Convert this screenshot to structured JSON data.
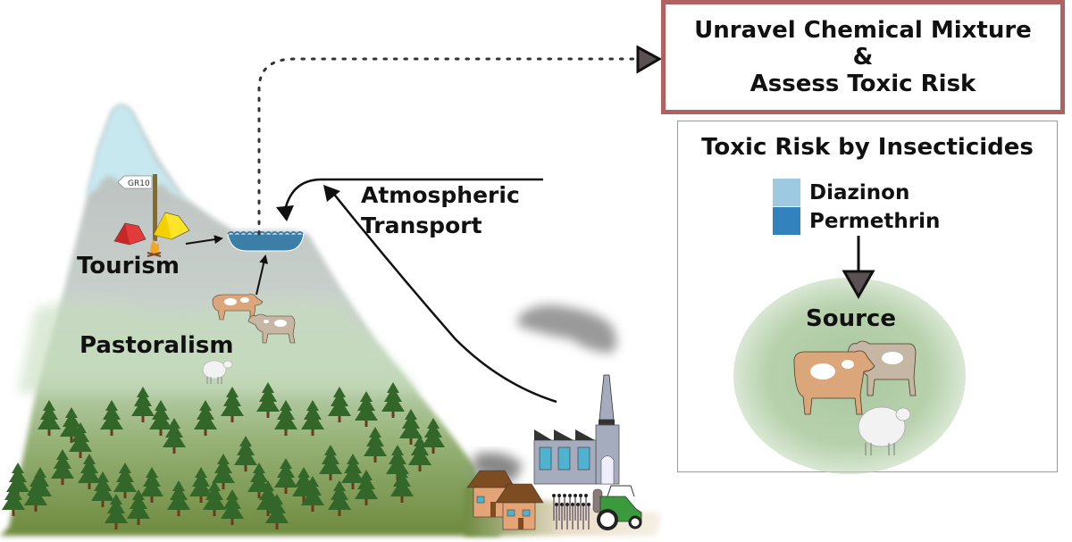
{
  "title_box": {
    "line1": "Unravel Chemical Mixture",
    "line2": "&",
    "line3": "Assess Toxic Risk",
    "border_color": "#b06263"
  },
  "risk_panel": {
    "title": "Toxic Risk by Insecticides",
    "legend": [
      {
        "label": "Diazinon",
        "color": "#9ecae1"
      },
      {
        "label": "Permethrin",
        "color": "#3182bd"
      }
    ],
    "source_label": "Source"
  },
  "labels": {
    "tourism": "Tourism",
    "pastoralism": "Pastoralism",
    "atmospheric_line1": "Atmospheric",
    "atmospheric_line2": "Transport",
    "trail_sign": "GR10"
  },
  "colors": {
    "snow": "#c7e8ef",
    "rock": "#b8bcba",
    "meadow": "#b9d3ad",
    "forest": "#7a9448",
    "tree": "#336629",
    "trunk": "#6b3a1e",
    "lake": "#3b7fa8",
    "smoke": "#9a9a9a",
    "factory": "#a4acbd",
    "house_wall": "#e4a475",
    "house_roof": "#7d4c20",
    "tractor": "#3a9a3c",
    "arrowhead_fill": "#5a5252"
  }
}
